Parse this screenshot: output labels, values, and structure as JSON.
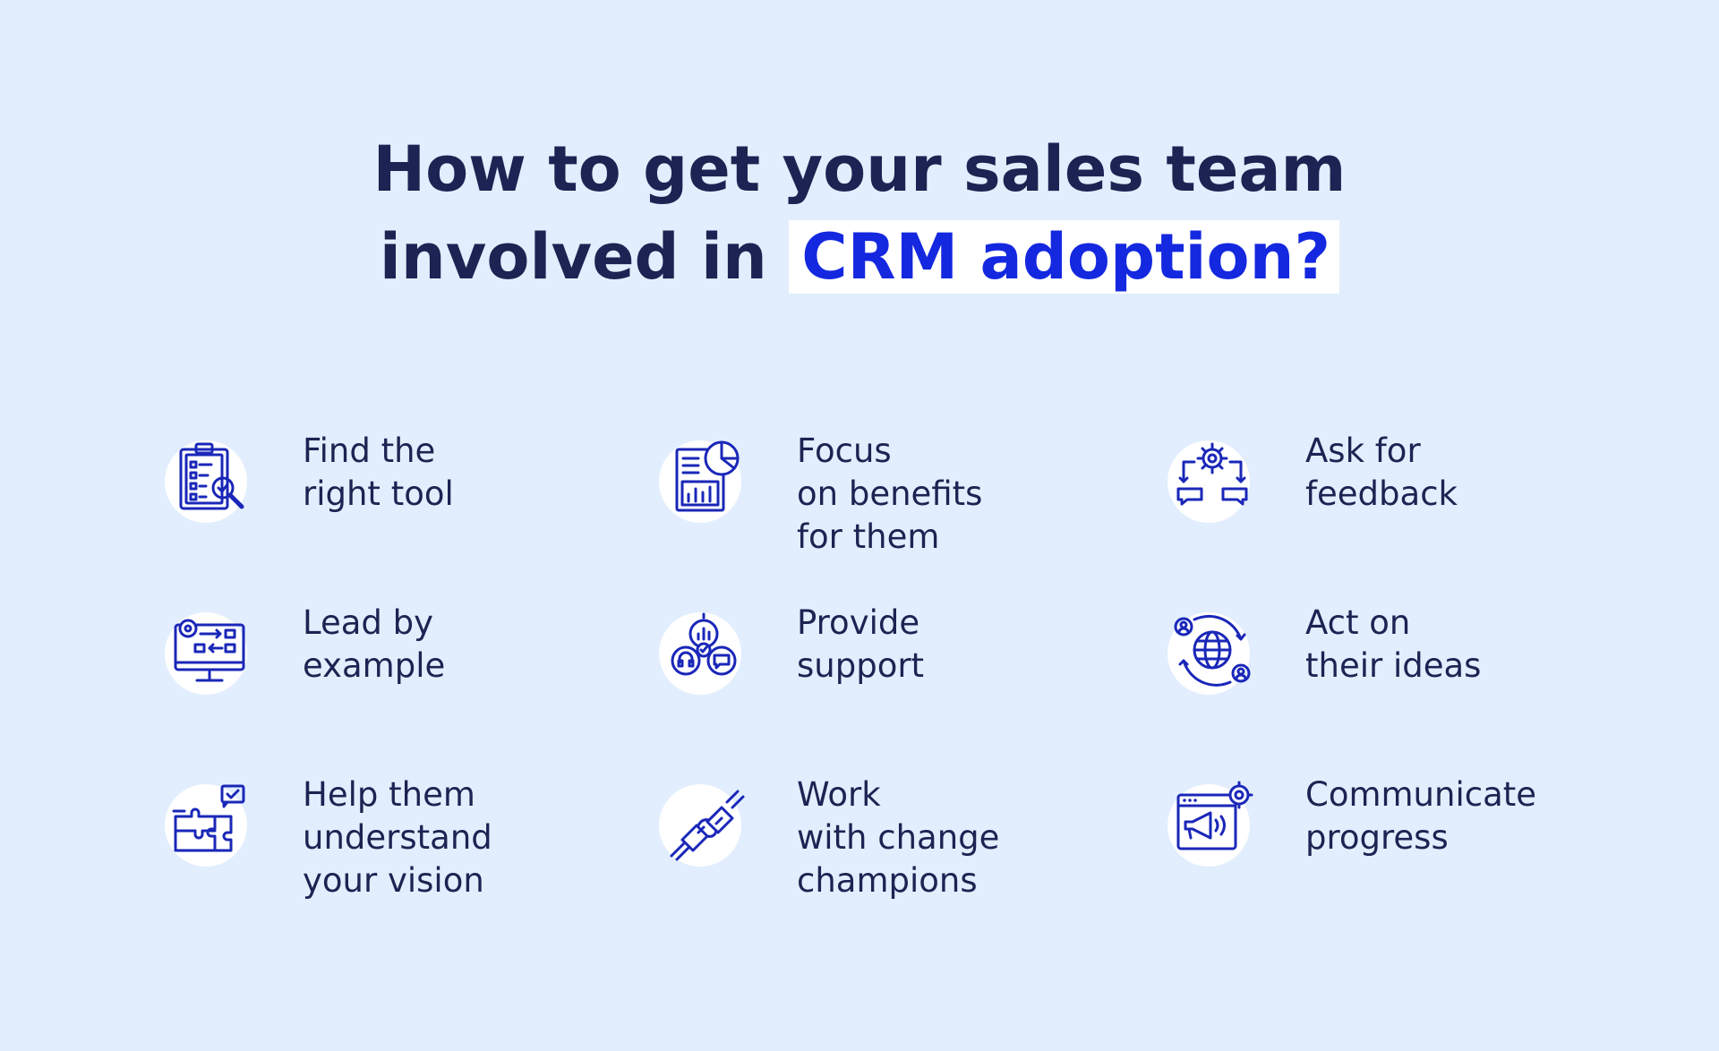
{
  "title": {
    "line1": "How to get your sales team",
    "line2_prefix": "involved in",
    "line2_highlight": "CRM adoption?"
  },
  "accent_color": "#1428e0",
  "background_color": "#e2eefd",
  "items": [
    {
      "label": "Find the\nright tool",
      "icon": "clipboard-search-icon"
    },
    {
      "label": "Focus\non benefits\nfor them",
      "icon": "report-chart-icon"
    },
    {
      "label": "Ask for\nfeedback",
      "icon": "gear-feedback-icon"
    },
    {
      "label": "Lead by\nexample",
      "icon": "monitor-workflow-icon"
    },
    {
      "label": "Provide\nsupport",
      "icon": "support-circles-icon"
    },
    {
      "label": "Act on\ntheir ideas",
      "icon": "globe-users-icon"
    },
    {
      "label": "Help them\nunderstand\nyour vision",
      "icon": "puzzle-vision-icon"
    },
    {
      "label": "Work\nwith change\nchampions",
      "icon": "handshake-plug-icon"
    },
    {
      "label": "Communicate\nprogress",
      "icon": "browser-megaphone-icon"
    }
  ]
}
